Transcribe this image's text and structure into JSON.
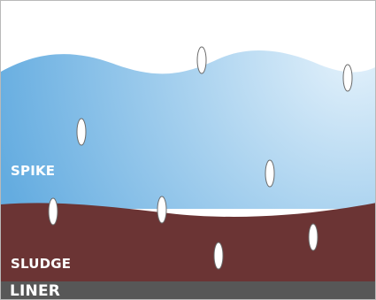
{
  "layers": {
    "spike": {
      "label": "SPIKE",
      "color_light": "#e3f1fb",
      "color_dark": "#64ace0"
    },
    "sludge": {
      "label": "SLUDGE",
      "color": "#6b3434"
    },
    "liner": {
      "label": "LINER",
      "color": "#575757"
    }
  },
  "particles": {
    "count": 8,
    "color": "#ffffff",
    "stroke": "#6a6a6a"
  }
}
